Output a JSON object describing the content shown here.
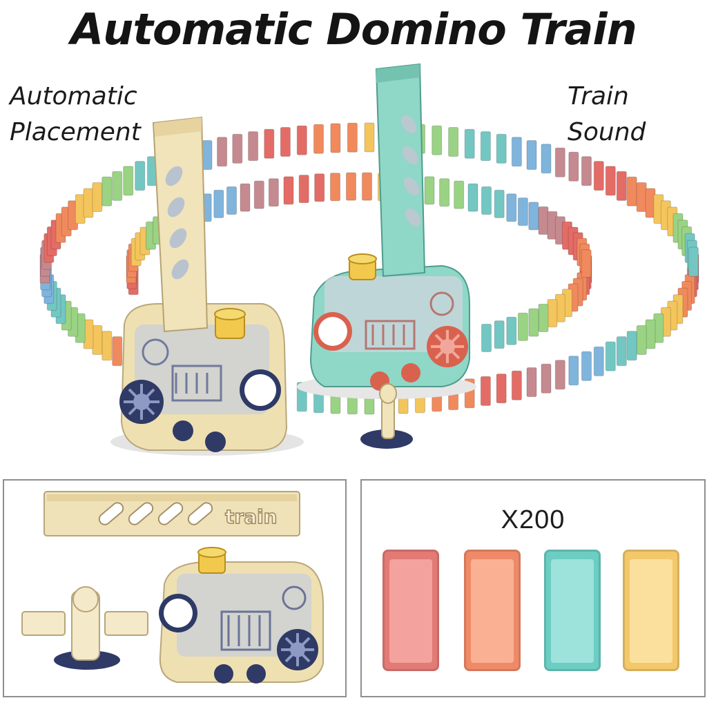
{
  "title": "Automatic Domino Train",
  "features": {
    "left": [
      "Automatic",
      "Placement"
    ],
    "right": [
      "Train",
      "Sound"
    ]
  },
  "accessories": {
    "guide_label": "train"
  },
  "dominoes": {
    "count_label": "X200",
    "tiles": [
      {
        "name": "red",
        "color": "#e27a76",
        "inner": "#f3a29d"
      },
      {
        "name": "orange",
        "color": "#ef8a68",
        "inner": "#fab193"
      },
      {
        "name": "teal",
        "color": "#6ccdc3",
        "inner": "#9de3db"
      },
      {
        "name": "yellow",
        "color": "#f3c86a",
        "inner": "#fbe09d"
      }
    ]
  },
  "colors": {
    "domino_palette": [
      "#e46c66",
      "#f08a5d",
      "#f3c55c",
      "#9ad383",
      "#73c7c3",
      "#7fb4dd",
      "#c58a90"
    ],
    "cream_train": "#efe0b2",
    "teal_train": "#8fd7c7",
    "navy": "#2f3a66"
  }
}
